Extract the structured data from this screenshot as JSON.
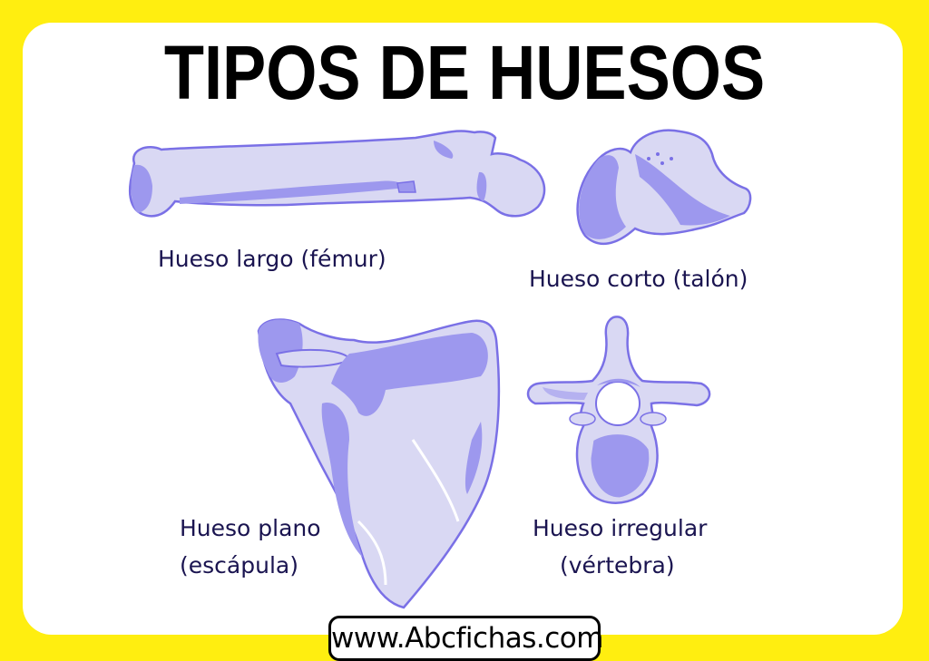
{
  "page": {
    "title": "TIPOS DE HUESOS",
    "colors": {
      "frame": "#FFEE10",
      "card": "#FFFFFF",
      "bone_fill": "#D9D8F3",
      "bone_shade": "#9D98EE",
      "bone_outline": "#7A70E6",
      "label_text": "#1A1450"
    }
  },
  "bones": [
    {
      "name": "femur",
      "label_line1": "Hueso largo (fémur)",
      "label_line2": ""
    },
    {
      "name": "talon",
      "label_line1": "Hueso corto (talón)",
      "label_line2": ""
    },
    {
      "name": "escapula",
      "label_line1": "Hueso plano",
      "label_line2": "(escápula)"
    },
    {
      "name": "vertebra",
      "label_line1": "Hueso irregular",
      "label_line2": "(vértebra)"
    }
  ],
  "footer": {
    "website": "www.Abcfichas.com"
  }
}
